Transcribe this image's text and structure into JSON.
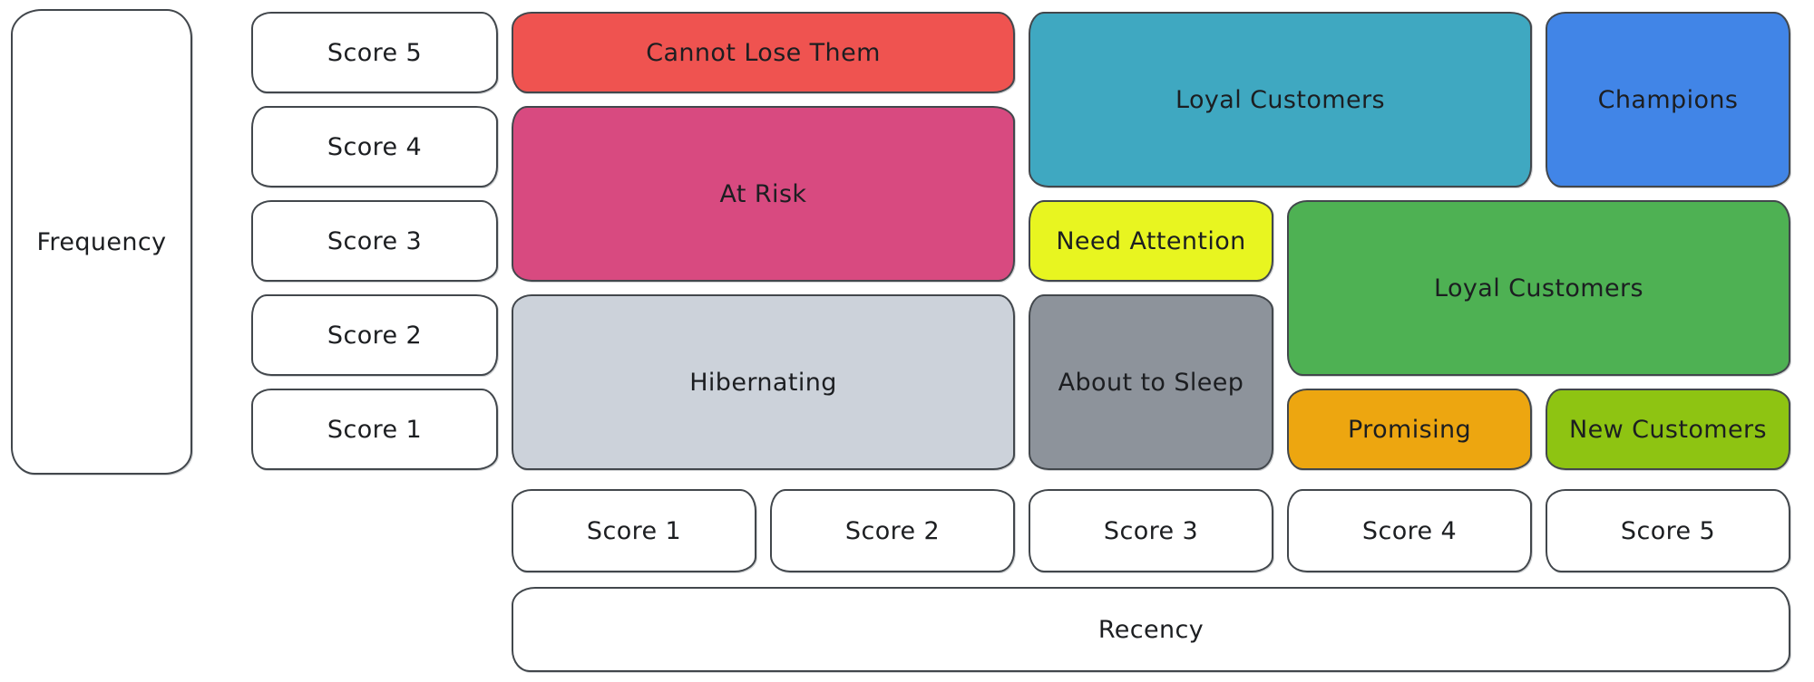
{
  "diagram": {
    "type": "rfm-segmentation-matrix"
  },
  "axes": {
    "y": {
      "label": "Frequency",
      "scores": [
        "Score 5",
        "Score 4",
        "Score 3",
        "Score 2",
        "Score 1"
      ]
    },
    "x": {
      "label": "Recency",
      "scores": [
        "Score 1",
        "Score 2",
        "Score 3",
        "Score 4",
        "Score 5"
      ]
    }
  },
  "segments": {
    "cannot_lose_them": {
      "label": "Cannot Lose Them",
      "color": "#ef5350"
    },
    "at_risk": {
      "label": "At Risk",
      "color": "#d84a80"
    },
    "hibernating": {
      "label": "Hibernating",
      "color": "#ccd2da"
    },
    "loyal_customers_top": {
      "label": "Loyal Customers",
      "color": "#3fa8c1"
    },
    "champions": {
      "label": "Champions",
      "color": "#4185e7"
    },
    "need_attention": {
      "label": "Need Attention",
      "color": "#e8f520"
    },
    "loyal_customers_right": {
      "label": "Loyal Customers",
      "color": "#4eb153"
    },
    "about_to_sleep": {
      "label": "About to Sleep",
      "color": "#8d939b"
    },
    "promising": {
      "label": "Promising",
      "color": "#eda610"
    },
    "new_customers": {
      "label": "New Customers",
      "color": "#8ec412"
    }
  }
}
